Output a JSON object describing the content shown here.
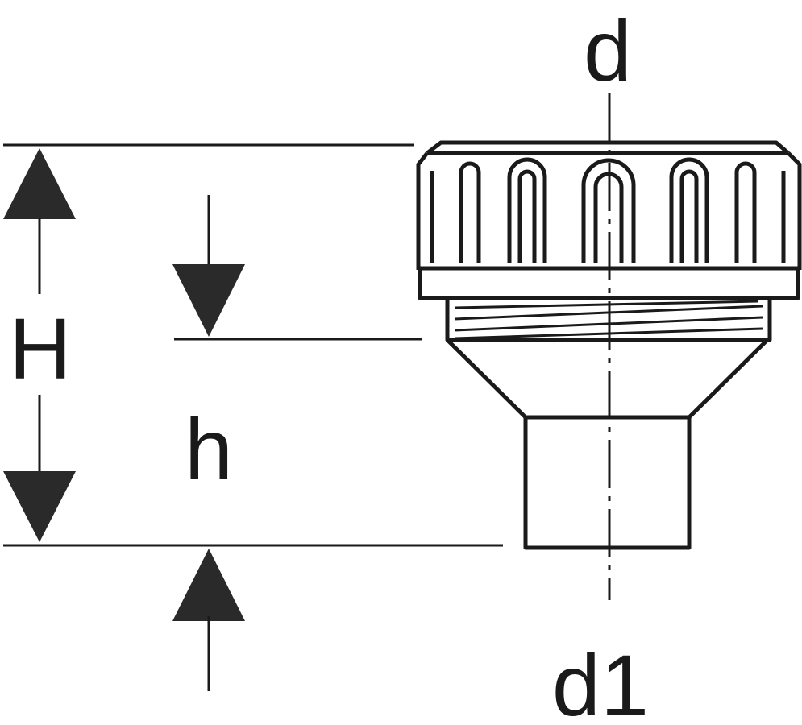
{
  "labels": {
    "d": "d",
    "d1": "d1",
    "H": "H",
    "h": "h"
  },
  "colors": {
    "line": "#1a1a1a",
    "arrow_fill": "#2a2a2a",
    "background": "#ffffff"
  }
}
